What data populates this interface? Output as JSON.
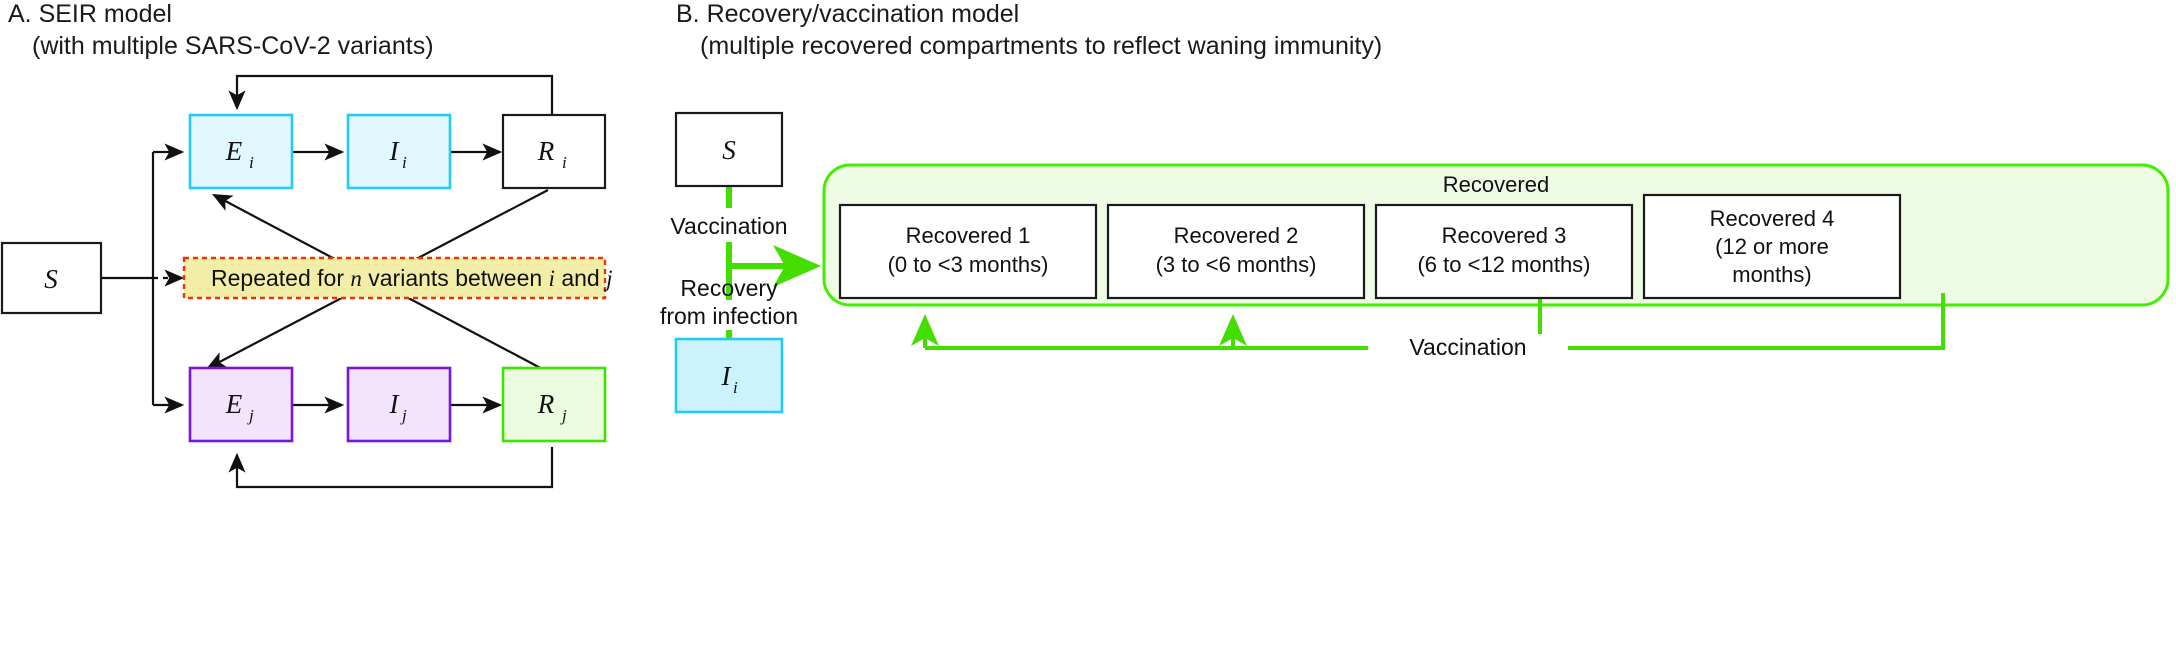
{
  "panels": {
    "a": {
      "title_line1": "A. SEIR model",
      "title_line2": "(with multiple SARS-CoV-2 variants)",
      "susceptible_label": "S",
      "note_prefix": "Repeated for ",
      "note_n": "n",
      "note_mid": " variants between ",
      "note_i": "i",
      "note_and": " and ",
      "note_j": "j",
      "variant_i": {
        "exposed": "E",
        "exposed_sub": "i",
        "infectious": "I",
        "infectious_sub": "i",
        "recovered": "R",
        "recovered_sub": "i"
      },
      "variant_j": {
        "exposed": "E",
        "exposed_sub": "j",
        "infectious": "I",
        "infectious_sub": "j",
        "recovered": "R",
        "recovered_sub": "j"
      },
      "colors": {
        "variant_i_fill": "#dff7fd",
        "variant_i_stroke": "#22ccee",
        "variant_j_fill": "#f3e4fd",
        "variant_j_stroke": "#7b16d9",
        "recovered_j_fill": "#eafbe0",
        "recovered_j_stroke": "#3ce400",
        "plain_fill": "#ffffff",
        "plain_stroke": "#1a1a1a",
        "note_fill": "#f2eea8",
        "note_stroke": "#ee3300"
      }
    },
    "b": {
      "title_line1": "B. Recovery/vaccination model",
      "title_line2": "(multiple recovered compartments to reflect waning immunity)",
      "susceptible_label": "S",
      "infectious_label": "I",
      "infectious_sub": "i",
      "flow_vaccination": "Vaccination",
      "flow_recovery_line1": "Recovery",
      "flow_recovery_line2": "from infection",
      "group_title": "Recovered",
      "bottom_vaccination": "Vaccination",
      "compartments": [
        {
          "name": "Recovered 1",
          "range_line1": "(0 to <3 months)",
          "range_line2": ""
        },
        {
          "name": "Recovered 2",
          "range_line1": "(3 to <6 months)",
          "range_line2": ""
        },
        {
          "name": "Recovered 3",
          "range_line1": "(6 to <12 months)",
          "range_line2": ""
        },
        {
          "name": "Recovered 4",
          "range_line1": "(12 or more",
          "range_line2": "months)"
        }
      ],
      "colors": {
        "group_fill": "#eefbe5",
        "group_stroke": "#44ee00",
        "arrow_green": "#44dd00",
        "infectious_fill": "#ccf2fd",
        "infectious_stroke": "#22ccee",
        "box_stroke": "#1a1a1a",
        "box_fill": "#ffffff"
      }
    }
  }
}
